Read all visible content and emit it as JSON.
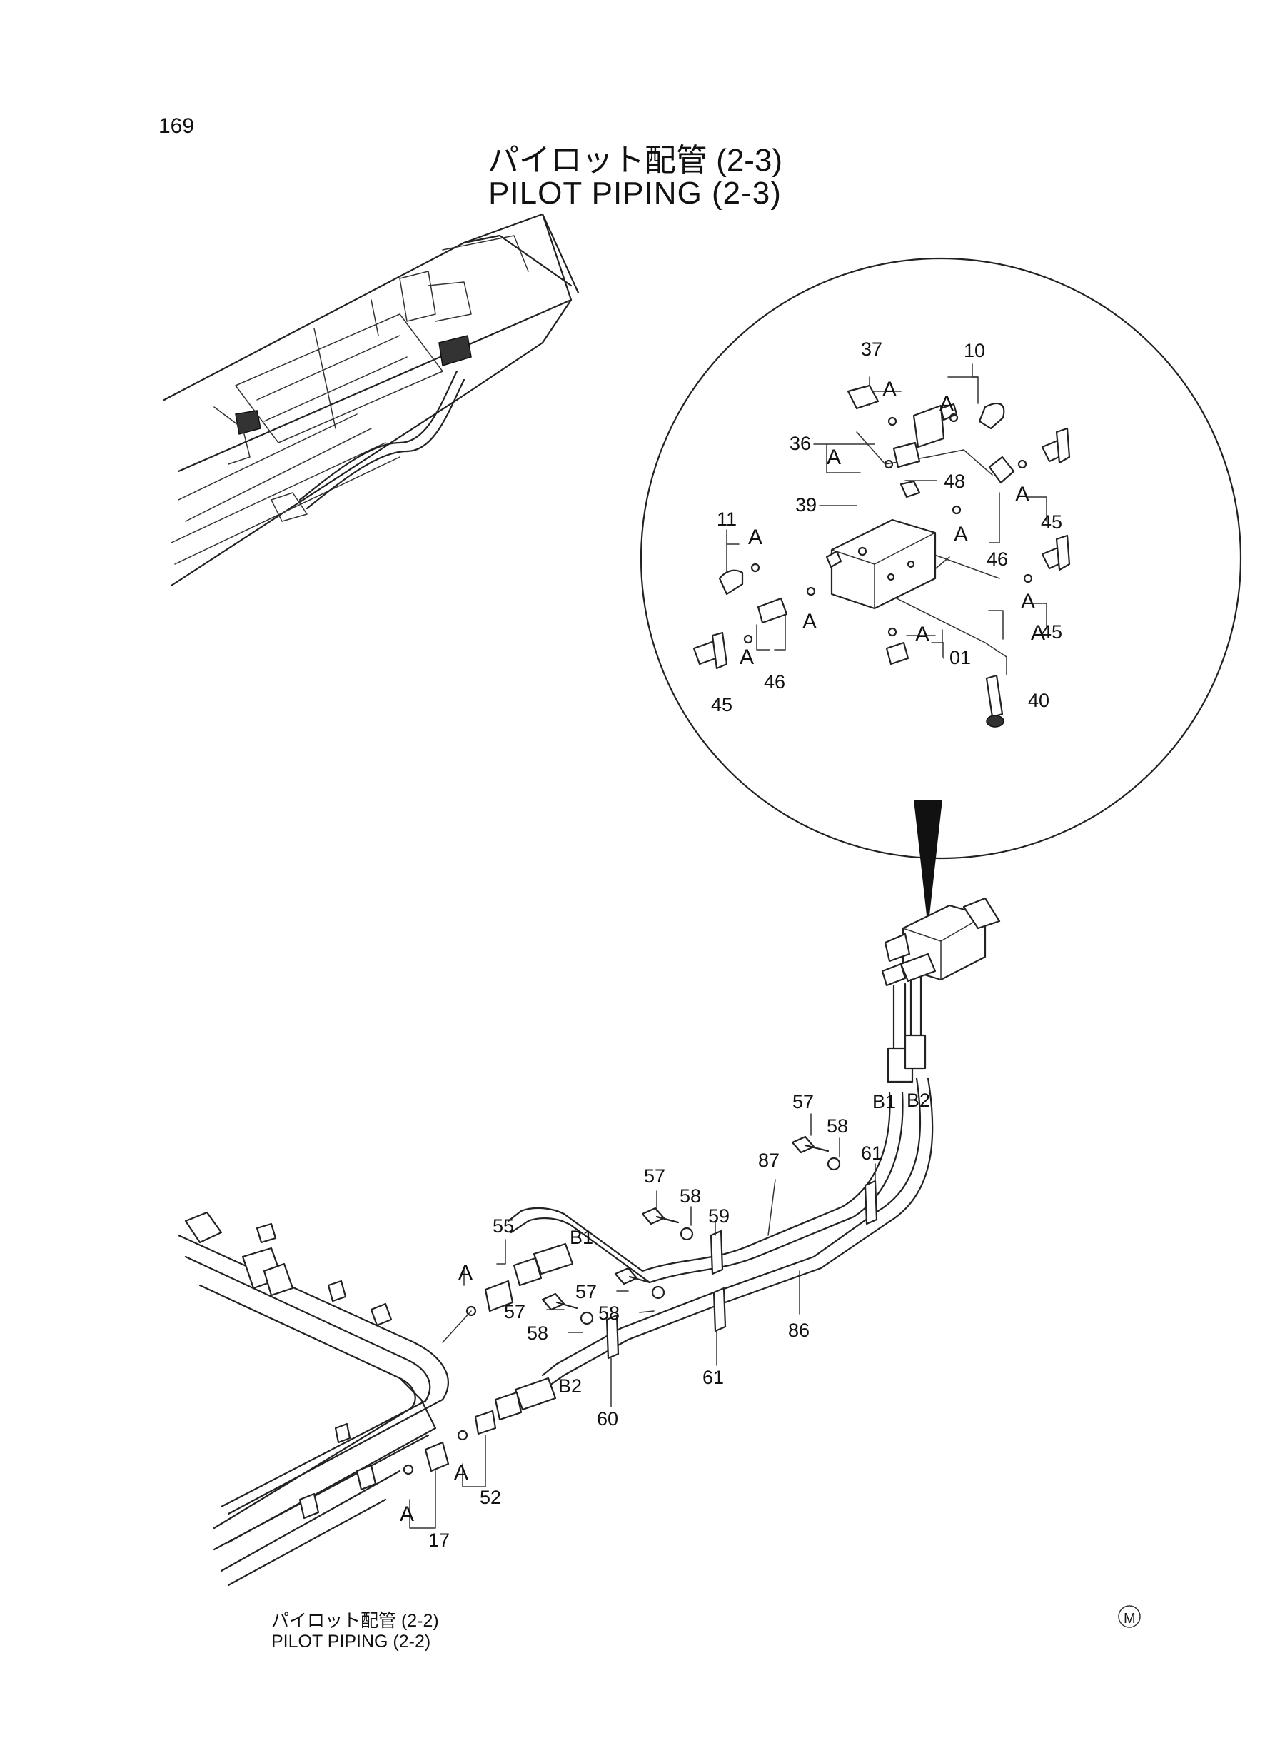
{
  "page": {
    "number": "169",
    "title_ja": "パイロット配管 (2-3)",
    "title_en": "PILOT PIPING (2-3)",
    "ref_ja": "パイロット配管 (2-2)",
    "ref_en": "PILOT PIPING (2-2)",
    "logo_mark": "M"
  },
  "callouts": {
    "detail": [
      "37",
      "10",
      "36",
      "48",
      "39",
      "11",
      "45",
      "46",
      "45",
      "46",
      "45",
      "01",
      "40"
    ],
    "detail_letters": [
      "A",
      "A",
      "A",
      "A",
      "A",
      "A",
      "A",
      "A",
      "A",
      "A",
      "A"
    ],
    "main": [
      "57",
      "58",
      "61",
      "87",
      "57",
      "58",
      "59",
      "55",
      "57",
      "58",
      "57",
      "58",
      "86",
      "61",
      "60",
      "52",
      "17"
    ],
    "main_letters": [
      "A",
      "A",
      "A"
    ],
    "hose_ends": [
      "B1",
      "B2",
      "B1",
      "B2"
    ]
  },
  "colors": {
    "ink": "#111111",
    "paper": "#ffffff"
  }
}
